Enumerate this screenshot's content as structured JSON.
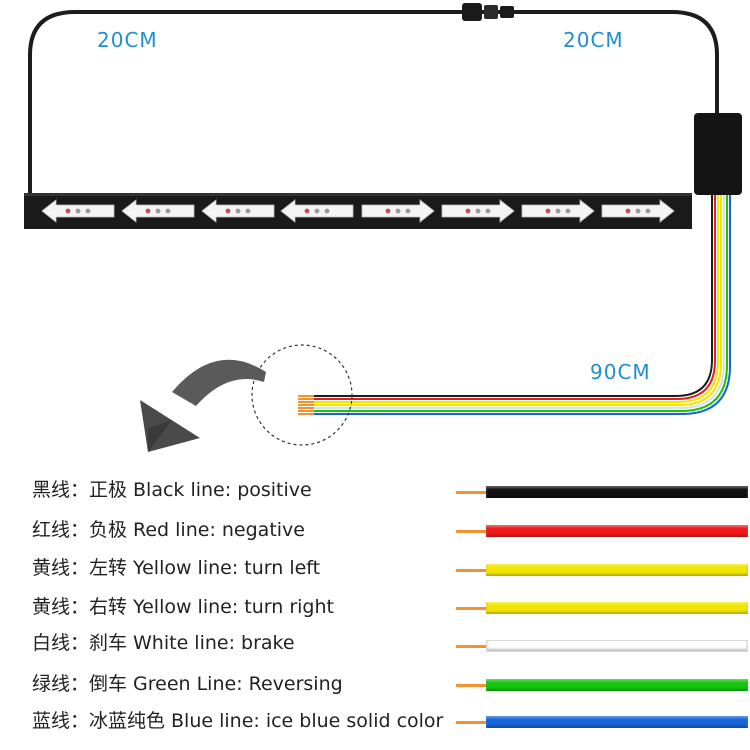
{
  "lengths": {
    "left": "20CM",
    "right": "20CM",
    "output": "90CM"
  },
  "wires": [
    {
      "cn": "黑线：正极",
      "en": "Black line: positive",
      "color": "#111111"
    },
    {
      "cn": "红线：负极",
      "en": "Red line: negative",
      "color": "#ee1b1b"
    },
    {
      "cn": "黄线：左转",
      "en": "Yellow line: turn left",
      "color": "#f2e500"
    },
    {
      "cn": "黄线：右转",
      "en": "Yellow line: turn right",
      "color": "#f2e500"
    },
    {
      "cn": "白线：刹车",
      "en": "White line: brake",
      "color": "#ffffff"
    },
    {
      "cn": "绿线：倒车",
      "en": "Green Line: Reversing",
      "color": "#16c40f"
    },
    {
      "cn": "蓝线：冰蓝纯色",
      "en": "Blue line: ice blue solid color",
      "color": "#1565d8"
    }
  ]
}
